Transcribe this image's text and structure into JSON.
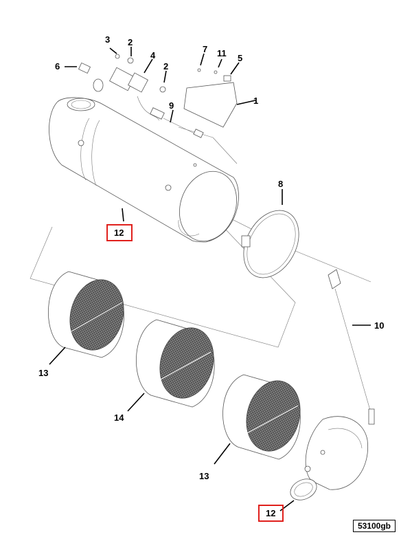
{
  "callouts": {
    "c1": "1",
    "c2a": "2",
    "c2b": "2",
    "c3": "3",
    "c4": "4",
    "c5": "5",
    "c6": "6",
    "c7": "7",
    "c8": "8",
    "c9": "9",
    "c10": "10",
    "c11": "11",
    "c12a": "12",
    "c12b": "12",
    "c13a": "13",
    "c13b": "13",
    "c14": "14"
  },
  "figure_id": "53100gb",
  "colors": {
    "highlight": "#e0201c",
    "filter_face": "#555555"
  }
}
